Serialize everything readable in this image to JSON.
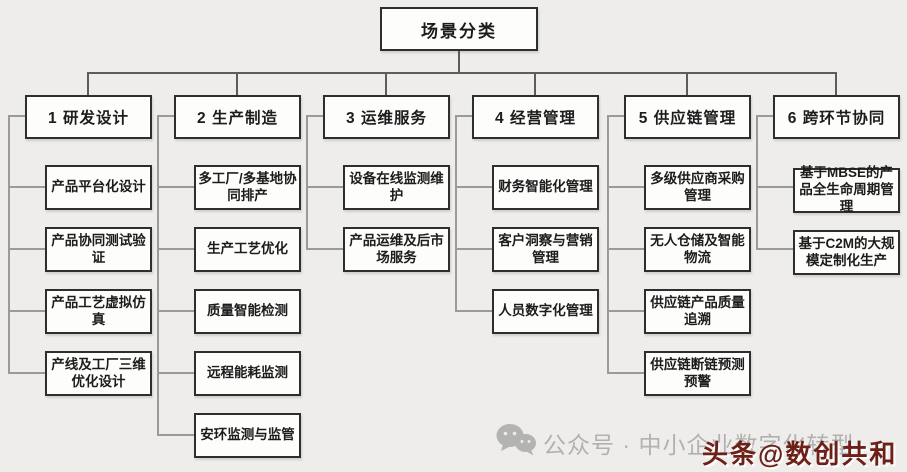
{
  "root": {
    "label": "场景分类"
  },
  "columns": [
    {
      "label": "1 研发设计",
      "children": [
        "产品平台化设计",
        "产品协同测试验证",
        "产品工艺虚拟仿真",
        "产线及工厂三维优化设计"
      ]
    },
    {
      "label": "2 生产制造",
      "children": [
        "多工厂/多基地协同排产",
        "生产工艺优化",
        "质量智能检测",
        "远程能耗监测",
        "安环监测与监管"
      ]
    },
    {
      "label": "3 运维服务",
      "children": [
        "设备在线监测维护",
        "产品运维及后市场服务"
      ]
    },
    {
      "label": "4 经营管理",
      "children": [
        "财务智能化管理",
        "客户洞察与营销管理",
        "人员数字化管理"
      ]
    },
    {
      "label": "5 供应链管理",
      "children": [
        "多级供应商采购管理",
        "无人仓储及智能物流",
        "供应链产品质量追溯",
        "供应链断链预测预警"
      ]
    },
    {
      "label": "6 跨环节协同",
      "children": [
        "基于MBSE的产品全生命周期管理",
        "基于C2M的大规模定制化生产"
      ]
    }
  ],
  "watermark": {
    "wechat_label": "公众号 · 中小企业数字化转型",
    "toutiao_label": "头条@数创共和",
    "colors": {
      "wechat_text": "#b1b1af",
      "toutiao_text": "#6d2018"
    }
  }
}
